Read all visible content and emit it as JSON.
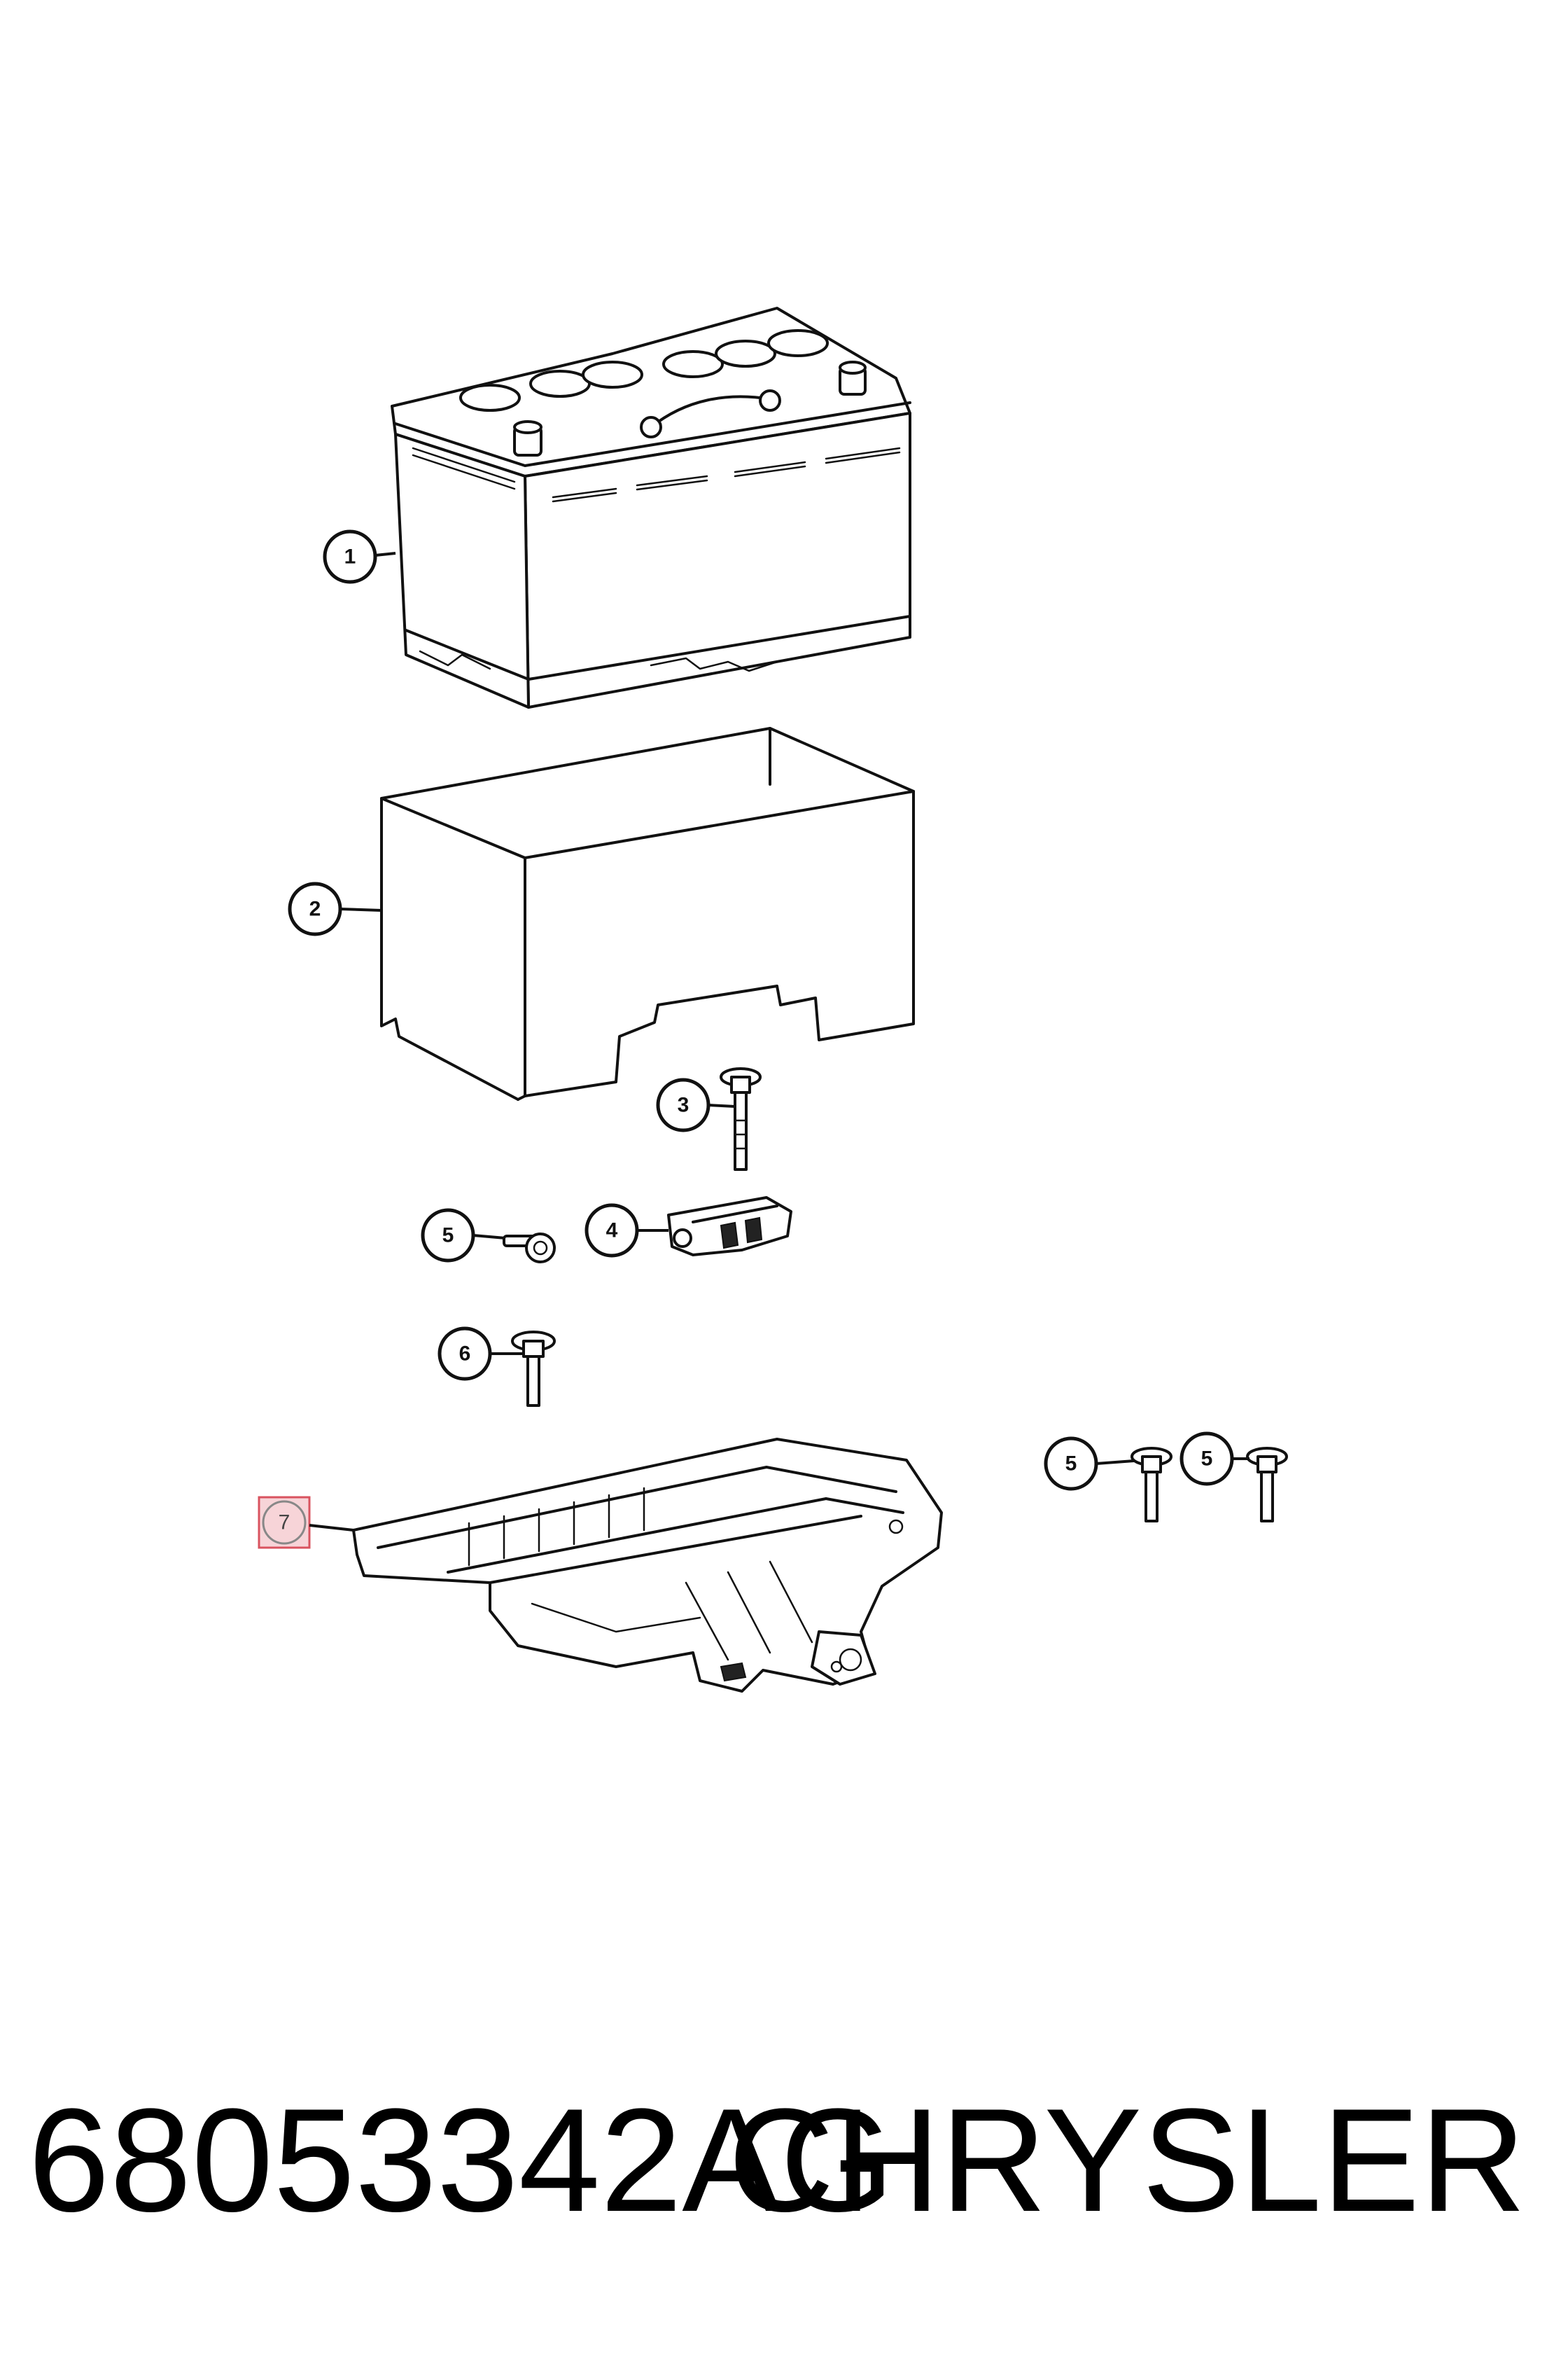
{
  "callouts": {
    "c1": "1",
    "c2": "2",
    "c3": "3",
    "c4": "4",
    "c5a": "5",
    "c5b": "5",
    "c5c": "5",
    "c6": "6",
    "c7": "7"
  },
  "caption": {
    "part_number": "68053342AG",
    "brand": "CHRYSLER"
  },
  "colors": {
    "line": "#111111",
    "highlight_fill": "#f7d4d8",
    "highlight_stroke": "#d9535f"
  }
}
